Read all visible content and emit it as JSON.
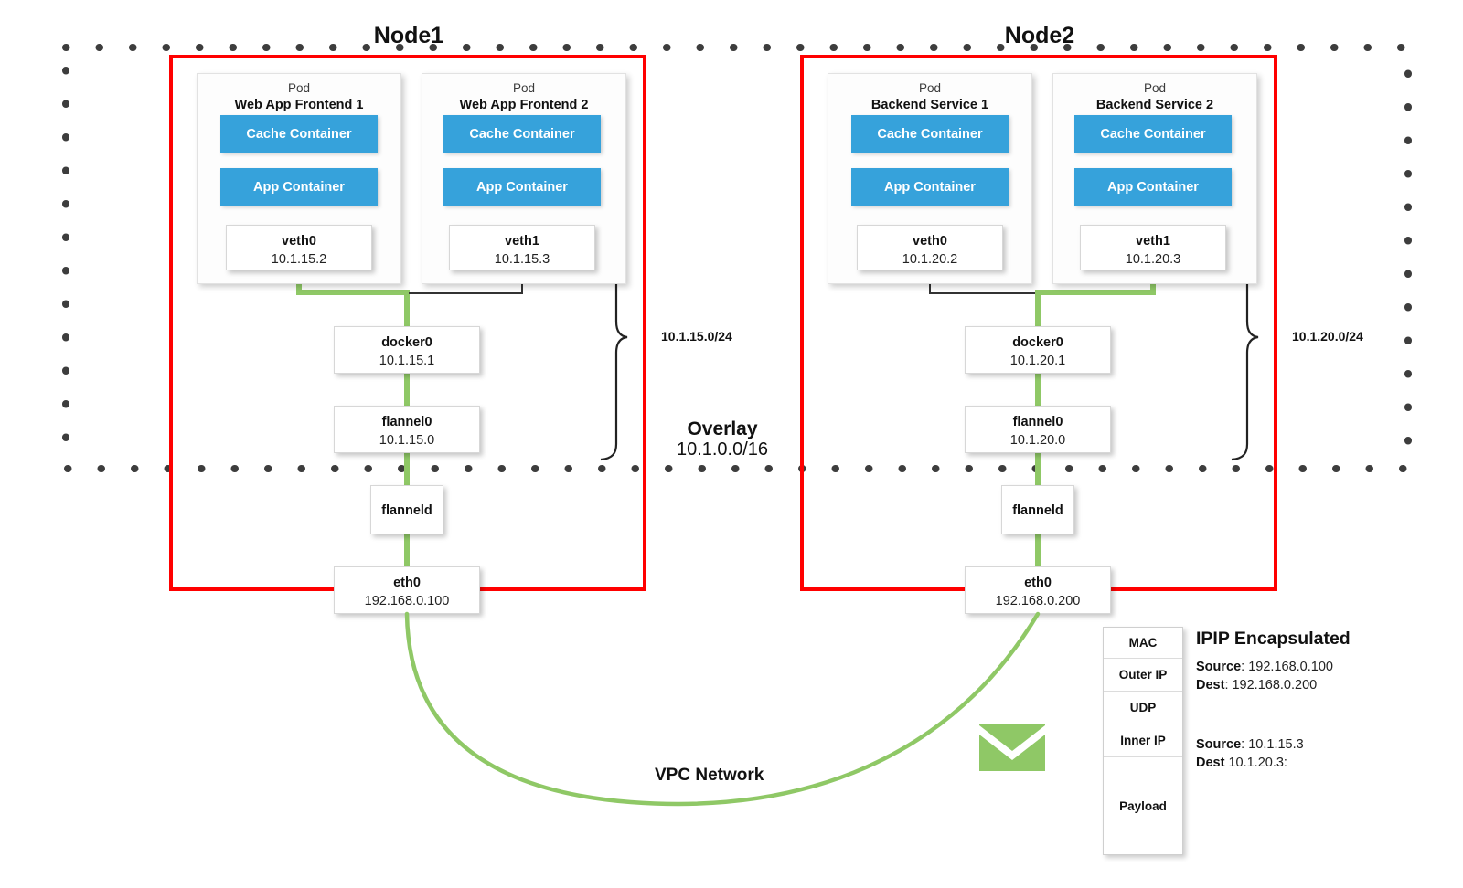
{
  "diagram": {
    "title_node1": "Node1",
    "title_node2": "Node2",
    "overlay_label": "Overlay",
    "overlay_cidr": "10.1.0.0/16",
    "vpc_label": "VPC Network",
    "cidr_node1": "10.1.15.0/24",
    "cidr_node2": "10.1.20.0/24",
    "colors": {
      "container_blue": "#36a2db",
      "node_border_red": "#ff0000",
      "flow_green": "#8fc866",
      "overlay_dot": "#3d3d3d",
      "wire_black": "#333333"
    }
  },
  "node1": {
    "pods": [
      {
        "kind": "Pod",
        "name": "Web App Frontend 1",
        "containers": [
          "Cache Container",
          "App Container"
        ],
        "veth": {
          "name": "veth0",
          "ip": "10.1.15.2"
        }
      },
      {
        "kind": "Pod",
        "name": "Web App Frontend 2",
        "containers": [
          "Cache Container",
          "App Container"
        ],
        "veth": {
          "name": "veth1",
          "ip": "10.1.15.3"
        }
      }
    ],
    "docker0": {
      "name": "docker0",
      "ip": "10.1.15.1"
    },
    "flannel0": {
      "name": "flannel0",
      "ip": "10.1.15.0"
    },
    "flanneld": {
      "name": "flanneld"
    },
    "eth0": {
      "name": "eth0",
      "ip": "192.168.0.100"
    }
  },
  "node2": {
    "pods": [
      {
        "kind": "Pod",
        "name": "Backend Service 1",
        "containers": [
          "Cache Container",
          "App Container"
        ],
        "veth": {
          "name": "veth0",
          "ip": "10.1.20.2"
        }
      },
      {
        "kind": "Pod",
        "name": "Backend Service 2",
        "containers": [
          "Cache Container",
          "App Container"
        ],
        "veth": {
          "name": "veth1",
          "ip": "10.1.20.3"
        }
      }
    ],
    "docker0": {
      "name": "docker0",
      "ip": "10.1.20.1"
    },
    "flannel0": {
      "name": "flannel0",
      "ip": "10.1.20.0"
    },
    "flanneld": {
      "name": "flanneld"
    },
    "eth0": {
      "name": "eth0",
      "ip": "192.168.0.200"
    }
  },
  "ipip": {
    "title": "IPIP Encapsulated",
    "layers": [
      "MAC",
      "Outer IP",
      "UDP",
      "Inner IP",
      "Payload"
    ],
    "outer": {
      "source_label": "Source",
      "source_value": ": 192.168.0.100",
      "dest_label": "Dest",
      "dest_value": ": 192.168.0.200"
    },
    "inner": {
      "source_label": "Source",
      "source_value": ": 10.1.15.3",
      "dest_label": "Dest",
      "dest_value": " 10.1.20.3:"
    }
  }
}
